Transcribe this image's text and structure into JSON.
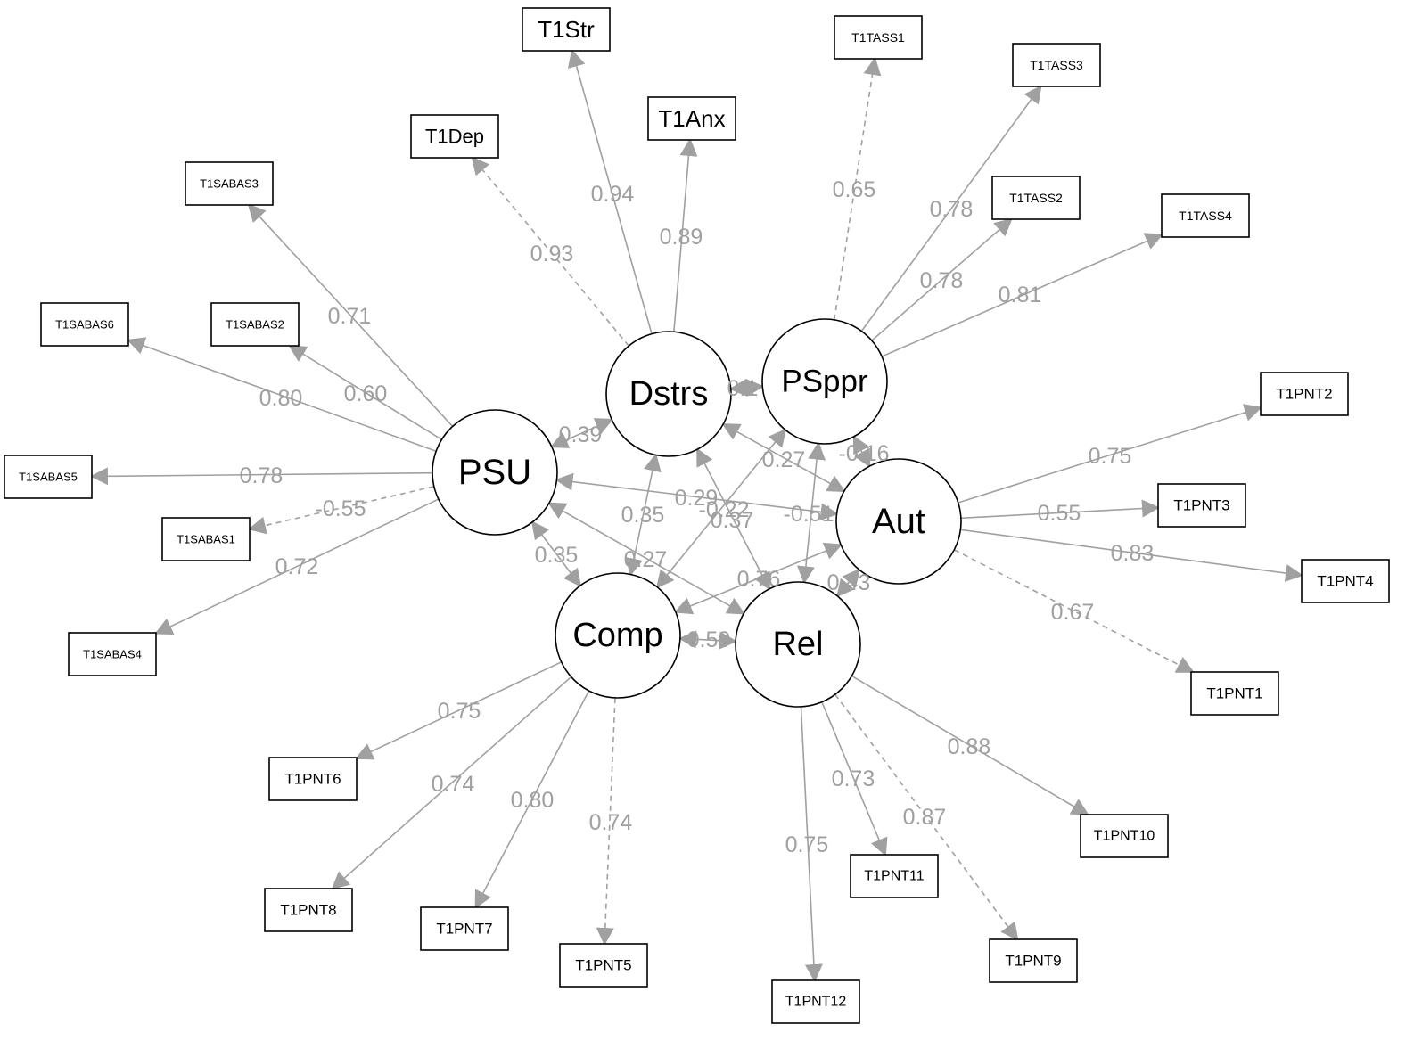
{
  "latents": [
    {
      "id": "PSU",
      "label": "PSU"
    },
    {
      "id": "Dstrs",
      "label": "Dstrs"
    },
    {
      "id": "PSppr",
      "label": "PSppr"
    },
    {
      "id": "Aut",
      "label": "Aut"
    },
    {
      "id": "Comp",
      "label": "Comp"
    },
    {
      "id": "Rel",
      "label": "Rel"
    }
  ],
  "indicators": [
    {
      "id": "T1Str",
      "label": "T1Str"
    },
    {
      "id": "T1Anx",
      "label": "T1Anx"
    },
    {
      "id": "T1Dep",
      "label": "T1Dep"
    },
    {
      "id": "T1TASS1",
      "label": "T1TASS1"
    },
    {
      "id": "T1TASS3",
      "label": "T1TASS3"
    },
    {
      "id": "T1TASS2",
      "label": "T1TASS2"
    },
    {
      "id": "T1TASS4",
      "label": "T1TASS4"
    },
    {
      "id": "T1SABAS3",
      "label": "T1SABAS3"
    },
    {
      "id": "T1SABAS6",
      "label": "T1SABAS6"
    },
    {
      "id": "T1SABAS2",
      "label": "T1SABAS2"
    },
    {
      "id": "T1SABAS5",
      "label": "T1SABAS5"
    },
    {
      "id": "T1SABAS1",
      "label": "T1SABAS1"
    },
    {
      "id": "T1SABAS4",
      "label": "T1SABAS4"
    },
    {
      "id": "T1PNT2",
      "label": "T1PNT2"
    },
    {
      "id": "T1PNT3",
      "label": "T1PNT3"
    },
    {
      "id": "T1PNT4",
      "label": "T1PNT4"
    },
    {
      "id": "T1PNT1",
      "label": "T1PNT1"
    },
    {
      "id": "T1PNT6",
      "label": "T1PNT6"
    },
    {
      "id": "T1PNT8",
      "label": "T1PNT8"
    },
    {
      "id": "T1PNT7",
      "label": "T1PNT7"
    },
    {
      "id": "T1PNT5",
      "label": "T1PNT5"
    },
    {
      "id": "T1PNT12",
      "label": "T1PNT12"
    },
    {
      "id": "T1PNT11",
      "label": "T1PNT11"
    },
    {
      "id": "T1PNT9",
      "label": "T1PNT9"
    },
    {
      "id": "T1PNT10",
      "label": "T1PNT10"
    }
  ],
  "loadings": [
    {
      "from": "Dstrs",
      "to": "T1Str",
      "value": "0.94",
      "fixed": false
    },
    {
      "from": "Dstrs",
      "to": "T1Anx",
      "value": "0.89",
      "fixed": false
    },
    {
      "from": "Dstrs",
      "to": "T1Dep",
      "value": "0.93",
      "fixed": true
    },
    {
      "from": "PSppr",
      "to": "T1TASS1",
      "value": "0.65",
      "fixed": true
    },
    {
      "from": "PSppr",
      "to": "T1TASS3",
      "value": "0.78",
      "fixed": false
    },
    {
      "from": "PSppr",
      "to": "T1TASS2",
      "value": "0.78",
      "fixed": false
    },
    {
      "from": "PSppr",
      "to": "T1TASS4",
      "value": "0.81",
      "fixed": false
    },
    {
      "from": "PSU",
      "to": "T1SABAS3",
      "value": "0.71",
      "fixed": false
    },
    {
      "from": "PSU",
      "to": "T1SABAS6",
      "value": "0.80",
      "fixed": false
    },
    {
      "from": "PSU",
      "to": "T1SABAS2",
      "value": "0.60",
      "fixed": false
    },
    {
      "from": "PSU",
      "to": "T1SABAS5",
      "value": "0.78",
      "fixed": false
    },
    {
      "from": "PSU",
      "to": "T1SABAS1",
      "value": "-0.55",
      "fixed": true
    },
    {
      "from": "PSU",
      "to": "T1SABAS4",
      "value": "0.72",
      "fixed": false
    },
    {
      "from": "Aut",
      "to": "T1PNT2",
      "value": "0.75",
      "fixed": false
    },
    {
      "from": "Aut",
      "to": "T1PNT3",
      "value": "0.55",
      "fixed": false
    },
    {
      "from": "Aut",
      "to": "T1PNT4",
      "value": "0.83",
      "fixed": false
    },
    {
      "from": "Aut",
      "to": "T1PNT1",
      "value": "0.67",
      "fixed": true
    },
    {
      "from": "Comp",
      "to": "T1PNT6",
      "value": "0.75",
      "fixed": false
    },
    {
      "from": "Comp",
      "to": "T1PNT8",
      "value": "0.74",
      "fixed": false
    },
    {
      "from": "Comp",
      "to": "T1PNT7",
      "value": "0.80",
      "fixed": false
    },
    {
      "from": "Comp",
      "to": "T1PNT5",
      "value": "0.74",
      "fixed": true
    },
    {
      "from": "Rel",
      "to": "T1PNT12",
      "value": "0.75",
      "fixed": false
    },
    {
      "from": "Rel",
      "to": "T1PNT11",
      "value": "0.73",
      "fixed": false
    },
    {
      "from": "Rel",
      "to": "T1PNT9",
      "value": "0.87",
      "fixed": true
    },
    {
      "from": "Rel",
      "to": "T1PNT10",
      "value": "0.88",
      "fixed": false
    }
  ],
  "covariances": [
    {
      "a": "PSU",
      "b": "Dstrs",
      "value": "0.39"
    },
    {
      "a": "Dstrs",
      "b": "PSppr",
      "value": "0.1"
    },
    {
      "a": "Dstrs",
      "b": "Aut",
      "value": "-0.16"
    },
    {
      "a": "PSppr",
      "b": "Comp",
      "value": "0.27"
    },
    {
      "a": "PSU",
      "b": "Aut",
      "value": "0.29"
    },
    {
      "a": "PSppr",
      "b": "Rel",
      "value": "-0.51"
    },
    {
      "a": "Dstrs",
      "b": "Rel",
      "value": "-0.22"
    },
    {
      "a": "Dstrs",
      "b": "Comp",
      "value": "0.35"
    },
    {
      "a": "PSU",
      "b": "Comp",
      "value": "0.35"
    },
    {
      "a": "PSU",
      "b": "Rel",
      "value": "0.27"
    },
    {
      "a": "Comp",
      "b": "Aut",
      "value": "0.76"
    },
    {
      "a": "Aut",
      "b": "Rel",
      "value": "0.43"
    },
    {
      "a": "Comp",
      "b": "Rel",
      "value": "0.50"
    },
    {
      "a": "PSppr",
      "b": "Aut",
      "value": "0.37"
    }
  ]
}
